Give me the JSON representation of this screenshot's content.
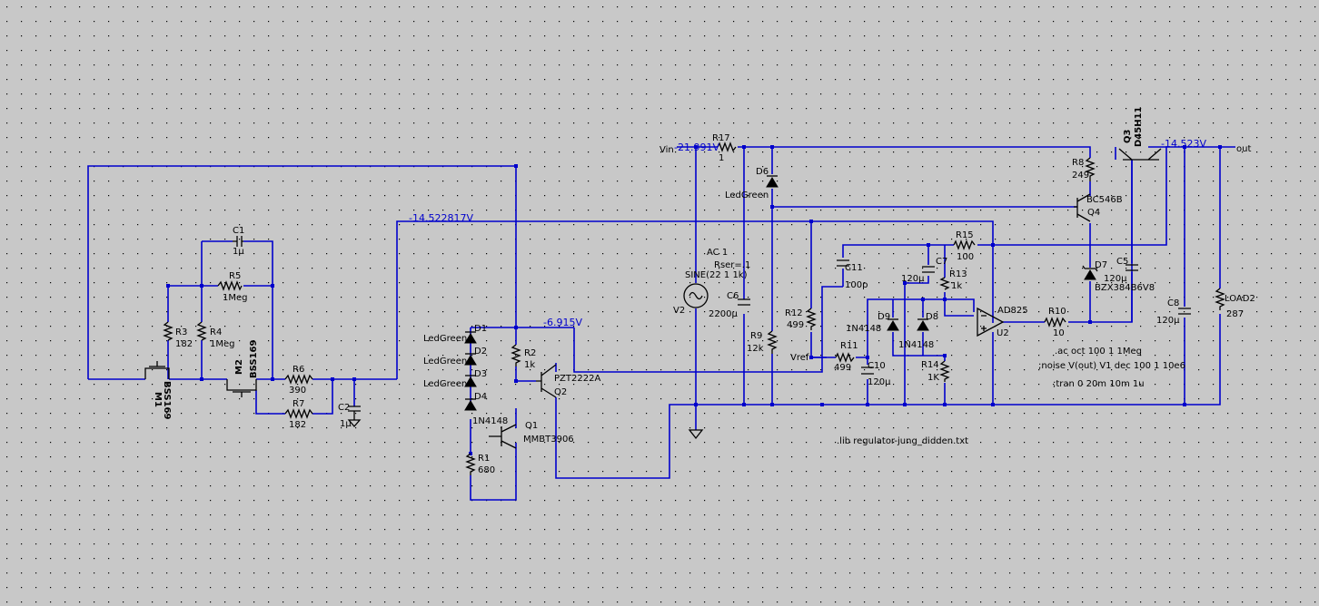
{
  "nets": {
    "vin_voltage": "-21.991V",
    "out_voltage": "-14.523V",
    "ref_voltage": "-14.522817V",
    "q2_voltage": "-6.915V",
    "vin_label": "Vin",
    "out_label": "out",
    "vref_label": "Vref"
  },
  "components": {
    "C1": {
      "name": "C1",
      "value": "1µ"
    },
    "R5": {
      "name": "R5",
      "value": "1Meg"
    },
    "R3": {
      "name": "R3",
      "value": "182"
    },
    "R4": {
      "name": "R4",
      "value": "1Meg"
    },
    "M1": {
      "name": "M1",
      "value": "BSS169"
    },
    "M2": {
      "name": "M2",
      "value": "BSS169"
    },
    "R6": {
      "name": "R6",
      "value": "390"
    },
    "R7": {
      "name": "R7",
      "value": "182"
    },
    "C2": {
      "name": "C2",
      "value": "1µ"
    },
    "D1": {
      "name": "D1",
      "value": "LedGreen"
    },
    "D2": {
      "name": "D2",
      "value": "LedGreen"
    },
    "D3": {
      "name": "D3",
      "value": "LedGreen"
    },
    "D4": {
      "name": "D4",
      "value": "1N4148"
    },
    "R1": {
      "name": "R1",
      "value": "680"
    },
    "R2": {
      "name": "R2",
      "value": "1k"
    },
    "Q1": {
      "name": "Q1",
      "value": "MMBT3906"
    },
    "Q2": {
      "name": "Q2",
      "value": "PZT2222A"
    },
    "R17": {
      "name": "R17",
      "value": "1"
    },
    "D6": {
      "name": "D6",
      "value": "LedGreen"
    },
    "V2": {
      "name": "V2",
      "line1": "AC 1",
      "line2": "Rser=.1",
      "line3": "SINE(22 1 1k)"
    },
    "C6": {
      "name": "C6",
      "value": "2200µ"
    },
    "R9": {
      "name": "R9",
      "value": "12k"
    },
    "R12": {
      "name": "R12",
      "value": "499"
    },
    "C11": {
      "name": "C11",
      "value": "100p"
    },
    "R11": {
      "name": "R11",
      "value": "499"
    },
    "C10": {
      "name": "C10",
      "value": "120µ"
    },
    "C7": {
      "name": "C7",
      "value": "120µ"
    },
    "R15": {
      "name": "R15",
      "value": "100"
    },
    "R13": {
      "name": "R13",
      "value": "1k"
    },
    "D9": {
      "name": "D9",
      "value": "1N4148"
    },
    "D8": {
      "name": "D8",
      "value": "1N4148"
    },
    "R14": {
      "name": "R14",
      "value": "1K"
    },
    "U2": {
      "name": "U2",
      "value": "AD825"
    },
    "R10": {
      "name": "R10",
      "value": "10"
    },
    "R8": {
      "name": "R8",
      "value": "249"
    },
    "Q4": {
      "name": "Q4",
      "value": "BC546B"
    },
    "Q3": {
      "name": "Q3",
      "value": "D45H11"
    },
    "D7": {
      "name": "D7",
      "value": "BZX384B6V8"
    },
    "C5": {
      "name": "C5",
      "value": "120µ"
    },
    "C8": {
      "name": "C8",
      "value": "120µ"
    },
    "LOAD2": {
      "name": "LOAD2",
      "value": "287"
    }
  },
  "directives": {
    "ac": ".ac oct 100 1 1Meg",
    "noise": ";noise V(out) V1 dec 100 1 10e6",
    "tran": ";tran 0 20m 10m 1u",
    "lib": ".lib regulator-jung_didden.txt"
  },
  "colors": {
    "background": "#c8c8c8",
    "wire": "#0000cc",
    "grid_dot": "#000000"
  }
}
